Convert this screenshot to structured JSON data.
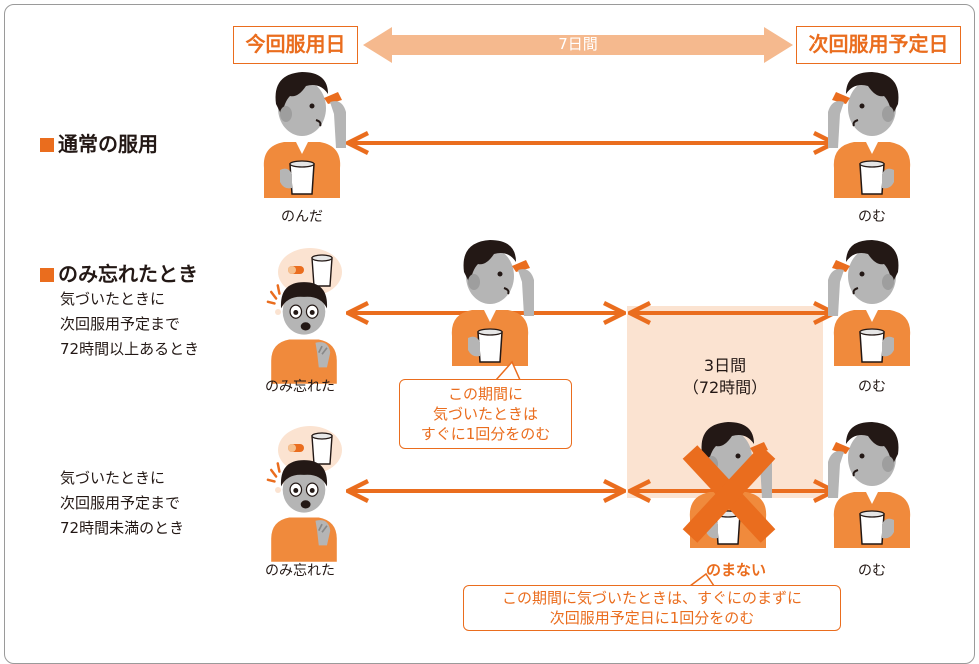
{
  "header": {
    "today_label": "今回服用日",
    "span_label": "7日間",
    "next_label": "次回服用予定日"
  },
  "sections": {
    "normal": {
      "title": "通常の服用",
      "left_caption": "のんだ",
      "right_caption": "のむ"
    },
    "forgot": {
      "title": "のみ忘れたとき",
      "case1": {
        "condition": [
          "気づいたときに",
          "次回服用予定まで",
          "72時間以上あるとき"
        ],
        "left_caption": "のみ忘れた",
        "right_caption": "のむ",
        "note": [
          "この期間に",
          "気づいたときは",
          "すぐに1回分をのむ"
        ]
      },
      "case2": {
        "condition": [
          "気づいたときに",
          "次回服用予定まで",
          "72時間未満のとき"
        ],
        "left_caption": "のみ忘れた",
        "right_caption": "のむ",
        "no_take_label": "のまない",
        "note": [
          "この期間に気づいたときは、すぐにのまずに",
          "次回服用予定日に1回分をのむ"
        ]
      },
      "window": [
        "3日間",
        "（72時間）"
      ]
    }
  },
  "colors": {
    "accent": "#ea6d1e",
    "accent_light": "#f5b98e",
    "window_fill": "#fbe3d1",
    "shirt": "#f08a3c",
    "skin": "#b5b5b5",
    "hair": "#231815"
  },
  "icons": [
    "person-drinking-icon",
    "person-forgot-icon",
    "thought-bubble-icon",
    "cross-mark-icon"
  ]
}
